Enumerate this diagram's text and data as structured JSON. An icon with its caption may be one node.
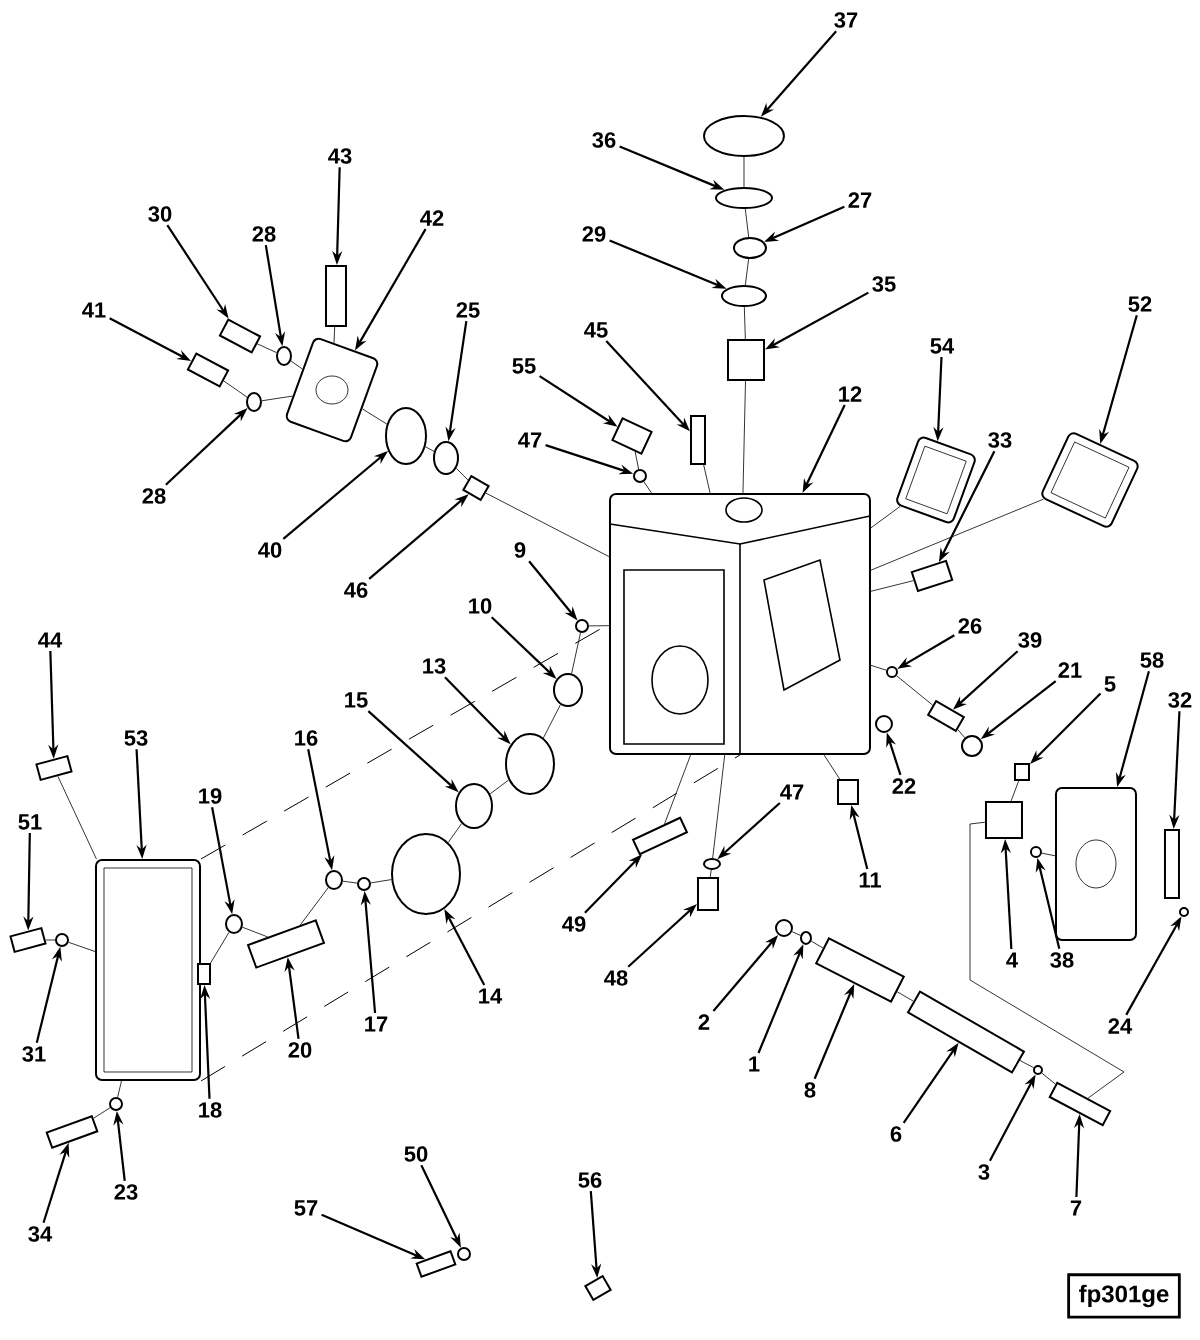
{
  "diagram": {
    "nodes": [
      {
        "text": [
          "37"
        ]
      },
      {
        "text": [
          "36"
        ]
      },
      {
        "text": [
          "43"
        ]
      },
      {
        "text": [
          "27"
        ]
      },
      {
        "text": [
          "30"
        ]
      },
      {
        "text": [
          "42"
        ]
      },
      {
        "text": [
          "28"
        ]
      },
      {
        "text": [
          "29"
        ]
      },
      {
        "text": [
          "35"
        ]
      },
      {
        "text": [
          "52"
        ]
      },
      {
        "text": [
          "41"
        ]
      },
      {
        "text": [
          "25"
        ]
      },
      {
        "text": [
          "45"
        ]
      },
      {
        "text": [
          "54"
        ]
      },
      {
        "text": [
          "55"
        ]
      },
      {
        "text": [
          "12"
        ]
      },
      {
        "text": [
          "33"
        ]
      },
      {
        "text": [
          "47"
        ]
      },
      {
        "text": [
          "28"
        ]
      },
      {
        "text": [
          "9"
        ]
      },
      {
        "text": [
          "40"
        ]
      },
      {
        "text": [
          "46"
        ]
      },
      {
        "text": [
          "10"
        ]
      },
      {
        "text": [
          "26"
        ]
      },
      {
        "text": [
          "44"
        ]
      },
      {
        "text": [
          "39"
        ]
      },
      {
        "text": [
          "13"
        ]
      },
      {
        "text": [
          "58"
        ]
      },
      {
        "text": [
          "21"
        ]
      },
      {
        "text": [
          "5"
        ]
      },
      {
        "text": [
          "15"
        ]
      },
      {
        "text": [
          "32"
        ]
      },
      {
        "text": [
          "53"
        ]
      },
      {
        "text": [
          "16"
        ]
      },
      {
        "text": [
          "47"
        ]
      },
      {
        "text": [
          "22"
        ]
      },
      {
        "text": [
          "19"
        ]
      },
      {
        "text": [
          "51"
        ]
      },
      {
        "text": [
          "11"
        ]
      },
      {
        "text": [
          "49"
        ]
      },
      {
        "text": [
          "4"
        ]
      },
      {
        "text": [
          "38"
        ]
      },
      {
        "text": [
          "48"
        ]
      },
      {
        "text": [
          "14"
        ]
      },
      {
        "text": [
          "2"
        ]
      },
      {
        "text": [
          "17"
        ]
      },
      {
        "text": [
          "24"
        ]
      },
      {
        "text": [
          "20"
        ]
      },
      {
        "text": [
          "31"
        ]
      },
      {
        "text": [
          "1"
        ]
      },
      {
        "text": [
          "8"
        ]
      },
      {
        "text": [
          "18"
        ]
      },
      {
        "text": [
          "6"
        ]
      },
      {
        "text": [
          "50"
        ]
      },
      {
        "text": [
          "3"
        ]
      },
      {
        "text": [
          "56"
        ]
      },
      {
        "text": [
          "23"
        ]
      },
      {
        "text": [
          "57"
        ]
      },
      {
        "text": [
          "7"
        ]
      },
      {
        "text": [
          "34"
        ]
      },
      {
        "text": [
          "fp301ge"
        ]
      },
      {
        "text": [],
        "shape": "circle"
      },
      {
        "text": [],
        "shape": "circle"
      },
      {
        "text": [],
        "shape": "box"
      },
      {
        "text": [],
        "shape": "circle"
      },
      {
        "text": [],
        "shape": "box"
      },
      {
        "text": [],
        "shape": "picture"
      },
      {
        "text": [],
        "shape": "circle"
      },
      {
        "text": [],
        "shape": "circle"
      },
      {
        "text": [],
        "shape": "box"
      },
      {
        "text": [],
        "shape": "picture"
      },
      {
        "text": [],
        "shape": "box"
      },
      {
        "text": [],
        "shape": "circle"
      },
      {
        "text": [],
        "shape": "box"
      },
      {
        "text": [],
        "shape": "picture"
      },
      {
        "text": [],
        "shape": "box"
      },
      {
        "text": [],
        "shape": "picture"
      },
      {
        "text": [],
        "shape": "box"
      },
      {
        "text": [],
        "shape": "circle"
      },
      {
        "text": [],
        "shape": "circle"
      },
      {
        "text": [],
        "shape": "circle"
      },
      {
        "text": [],
        "shape": "circle"
      },
      {
        "text": [],
        "shape": "box"
      },
      {
        "text": [],
        "shape": "circle"
      },
      {
        "text": [],
        "shape": "circle"
      },
      {
        "text": [],
        "shape": "box"
      },
      {
        "text": [],
        "shape": "box"
      },
      {
        "text": [],
        "shape": "circle"
      },
      {
        "text": [],
        "shape": "picture"
      },
      {
        "text": [],
        "shape": "circle"
      },
      {
        "text": [],
        "shape": "box"
      },
      {
        "text": [],
        "shape": "circle"
      },
      {
        "text": [],
        "shape": "box"
      },
      {
        "text": [],
        "shape": "picture"
      },
      {
        "text": [],
        "shape": "circle"
      },
      {
        "text": [],
        "shape": "circle"
      },
      {
        "text": [],
        "shape": "circle"
      },
      {
        "text": [],
        "shape": "circle"
      },
      {
        "text": [],
        "shape": "box"
      },
      {
        "text": [],
        "shape": "box"
      },
      {
        "text": [],
        "shape": "box"
      },
      {
        "text": [],
        "shape": "box"
      },
      {
        "text": [],
        "shape": "circle"
      },
      {
        "text": [],
        "shape": "box"
      },
      {
        "text": [],
        "shape": "circle"
      },
      {
        "text": [],
        "shape": "circle"
      },
      {
        "text": [],
        "shape": "circle"
      },
      {
        "text": [],
        "shape": "circle"
      },
      {
        "text": [],
        "shape": "box"
      },
      {
        "text": [],
        "shape": "circle"
      },
      {
        "text": [],
        "shape": "circle"
      },
      {
        "text": [],
        "shape": "box"
      },
      {
        "text": [],
        "shape": "box"
      },
      {
        "text": [],
        "shape": "box"
      },
      {
        "text": [],
        "shape": "circle"
      },
      {
        "text": [],
        "shape": "circle"
      },
      {
        "text": [],
        "shape": "box"
      },
      {
        "text": [],
        "shape": "circle"
      },
      {
        "text": [],
        "shape": "box"
      },
      {
        "text": [],
        "shape": "box"
      },
      {
        "text": [],
        "shape": "box"
      }
    ],
    "edges": [
      {
        "from": 0,
        "to": 61,
        "arrow": "to"
      },
      {
        "from": 1,
        "to": 62,
        "arrow": "to"
      },
      {
        "from": 2,
        "to": 63,
        "arrow": "to"
      },
      {
        "from": 3,
        "to": 64,
        "arrow": "to"
      },
      {
        "from": 4,
        "to": 65,
        "arrow": "to"
      },
      {
        "from": 5,
        "to": 66,
        "arrow": "to"
      },
      {
        "from": 6,
        "to": 67,
        "arrow": "to"
      },
      {
        "from": 7,
        "to": 68,
        "arrow": "to"
      },
      {
        "from": 8,
        "to": 69,
        "arrow": "to"
      },
      {
        "from": 9,
        "to": 70,
        "arrow": "to"
      },
      {
        "from": 10,
        "to": 71,
        "arrow": "to"
      },
      {
        "from": 11,
        "to": 72,
        "arrow": "to"
      },
      {
        "from": 12,
        "to": 73,
        "arrow": "to"
      },
      {
        "from": 13,
        "to": 74,
        "arrow": "to"
      },
      {
        "from": 14,
        "to": 75,
        "arrow": "to"
      },
      {
        "from": 15,
        "to": 76,
        "arrow": "to"
      },
      {
        "from": 16,
        "to": 77,
        "arrow": "to"
      },
      {
        "from": 17,
        "to": 78,
        "arrow": "to"
      },
      {
        "from": 18,
        "to": 79,
        "arrow": "to"
      },
      {
        "from": 19,
        "to": 80,
        "arrow": "to"
      },
      {
        "from": 20,
        "to": 81,
        "arrow": "to"
      },
      {
        "from": 21,
        "to": 82,
        "arrow": "to"
      },
      {
        "from": 22,
        "to": 83,
        "arrow": "to"
      },
      {
        "from": 23,
        "to": 84,
        "arrow": "to"
      },
      {
        "from": 24,
        "to": 85,
        "arrow": "to"
      },
      {
        "from": 25,
        "to": 86,
        "arrow": "to"
      },
      {
        "from": 26,
        "to": 87,
        "arrow": "to"
      },
      {
        "from": 27,
        "to": 88,
        "arrow": "to"
      },
      {
        "from": 28,
        "to": 89,
        "arrow": "to"
      },
      {
        "from": 29,
        "to": 90,
        "arrow": "to"
      },
      {
        "from": 30,
        "to": 91,
        "arrow": "to"
      },
      {
        "from": 31,
        "to": 92,
        "arrow": "to"
      },
      {
        "from": 32,
        "to": 93,
        "arrow": "to"
      },
      {
        "from": 33,
        "to": 94,
        "arrow": "to"
      },
      {
        "from": 34,
        "to": 95,
        "arrow": "to"
      },
      {
        "from": 35,
        "to": 96,
        "arrow": "to"
      },
      {
        "from": 36,
        "to": 97,
        "arrow": "to"
      },
      {
        "from": 37,
        "to": 98,
        "arrow": "to"
      },
      {
        "from": 38,
        "to": 99,
        "arrow": "to"
      },
      {
        "from": 39,
        "to": 100,
        "arrow": "to"
      },
      {
        "from": 40,
        "to": 101,
        "arrow": "to"
      },
      {
        "from": 41,
        "to": 102,
        "arrow": "to"
      },
      {
        "from": 42,
        "to": 103,
        "arrow": "to"
      },
      {
        "from": 43,
        "to": 104,
        "arrow": "to"
      },
      {
        "from": 44,
        "to": 105,
        "arrow": "to"
      },
      {
        "from": 45,
        "to": 106,
        "arrow": "to"
      },
      {
        "from": 46,
        "to": 107,
        "arrow": "to"
      },
      {
        "from": 47,
        "to": 108,
        "arrow": "to"
      },
      {
        "from": 48,
        "to": 109,
        "arrow": "to"
      },
      {
        "from": 49,
        "to": 110,
        "arrow": "to"
      },
      {
        "from": 50,
        "to": 111,
        "arrow": "to"
      },
      {
        "from": 51,
        "to": 112,
        "arrow": "to"
      },
      {
        "from": 52,
        "to": 113,
        "arrow": "to"
      },
      {
        "from": 53,
        "to": 114,
        "arrow": "to"
      },
      {
        "from": 54,
        "to": 115,
        "arrow": "to"
      },
      {
        "from": 55,
        "to": 116,
        "arrow": "to"
      },
      {
        "from": 56,
        "to": 117,
        "arrow": "to"
      },
      {
        "from": 57,
        "to": 118,
        "arrow": "to"
      },
      {
        "from": 58,
        "to": 119,
        "arrow": "to"
      },
      {
        "from": 59,
        "to": 120,
        "arrow": "to"
      },
      {
        "from": 61,
        "to": 62,
        "arrow": "none"
      },
      {
        "from": 62,
        "to": 64,
        "arrow": "none"
      },
      {
        "from": 64,
        "to": 68,
        "arrow": "none"
      },
      {
        "from": 68,
        "to": 69,
        "arrow": "none"
      },
      {
        "from": 69,
        "to": 76,
        "arrow": "none"
      },
      {
        "from": 71,
        "to": 79,
        "arrow": "none"
      },
      {
        "from": 79,
        "to": 66,
        "arrow": "none"
      },
      {
        "from": 66,
        "to": 81,
        "arrow": "none"
      },
      {
        "from": 81,
        "to": 72,
        "arrow": "none"
      },
      {
        "from": 72,
        "to": 82,
        "arrow": "none"
      },
      {
        "from": 82,
        "to": 76,
        "arrow": "none"
      },
      {
        "from": 65,
        "to": 67,
        "arrow": "none"
      },
      {
        "from": 67,
        "to": 66,
        "arrow": "none"
      },
      {
        "from": 63,
        "to": 66,
        "arrow": "none"
      },
      {
        "from": 75,
        "to": 78,
        "arrow": "none"
      },
      {
        "from": 78,
        "to": 76,
        "arrow": "none"
      },
      {
        "from": 73,
        "to": 76,
        "arrow": "none"
      },
      {
        "from": 74,
        "to": 76,
        "arrow": "none"
      },
      {
        "from": 70,
        "to": 76,
        "arrow": "none"
      },
      {
        "from": 77,
        "to": 76,
        "arrow": "none"
      },
      {
        "from": 85,
        "to": 93,
        "arrow": "none"
      },
      {
        "from": 98,
        "to": 109,
        "arrow": "none"
      },
      {
        "from": 109,
        "to": 93,
        "arrow": "none"
      },
      {
        "from": 120,
        "to": 117,
        "arrow": "none"
      },
      {
        "from": 117,
        "to": 93,
        "arrow": "none"
      },
      {
        "from": 105,
        "to": 110,
        "arrow": "none"
      },
      {
        "from": 110,
        "to": 111,
        "arrow": "none"
      },
      {
        "from": 111,
        "to": 113,
        "arrow": "none"
      },
      {
        "from": 113,
        "to": 115,
        "arrow": "none"
      },
      {
        "from": 115,
        "to": 119,
        "arrow": "none"
      },
      {
        "from": 101,
        "to": 119,
        "arrow": "none"
      },
      {
        "from": 102,
        "to": 88,
        "arrow": "none"
      },
      {
        "from": 76,
        "to": 99,
        "arrow": "none"
      },
      {
        "from": 76,
        "to": 95,
        "arrow": "none"
      },
      {
        "from": 95,
        "to": 103,
        "arrow": "none"
      },
      {
        "from": 76,
        "to": 100,
        "arrow": "none"
      },
      {
        "from": 76,
        "to": 84,
        "arrow": "none"
      },
      {
        "from": 84,
        "to": 86,
        "arrow": "none"
      },
      {
        "from": 86,
        "to": 89,
        "arrow": "none"
      },
      {
        "from": 90,
        "to": 101,
        "arrow": "none"
      },
      {
        "from": 112,
        "to": 97,
        "arrow": "none"
      },
      {
        "from": 97,
        "to": 108,
        "arrow": "none"
      },
      {
        "from": 108,
        "to": 94,
        "arrow": "none"
      },
      {
        "from": 94,
        "to": 106,
        "arrow": "none"
      },
      {
        "from": 106,
        "to": 104,
        "arrow": "none"
      },
      {
        "from": 104,
        "to": 91,
        "arrow": "none"
      },
      {
        "from": 91,
        "to": 87,
        "arrow": "none"
      },
      {
        "from": 87,
        "to": 83,
        "arrow": "none"
      },
      {
        "from": 83,
        "to": 80,
        "arrow": "none"
      },
      {
        "from": 80,
        "to": 76,
        "arrow": "none"
      },
      {
        "from": 93,
        "to": 76,
        "arrow": "none",
        "style": "dashed"
      },
      {
        "from": 93,
        "to": 76,
        "arrow": "none",
        "style": "dashed"
      }
    ]
  }
}
